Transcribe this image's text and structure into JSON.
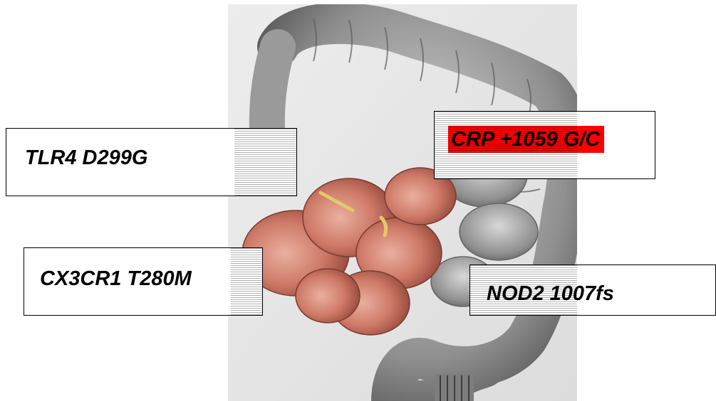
{
  "figure": {
    "illustration_subject": "intestine-illustration",
    "labels": [
      {
        "id": "tlr4",
        "text": "TLR4 D299G"
      },
      {
        "id": "crp",
        "text": "CRP +1059 G/C",
        "highlight_color": "#ff0000"
      },
      {
        "id": "cx3cr1",
        "text": "CX3CR1 T280M"
      },
      {
        "id": "nod2",
        "text": "NOD2 1007fs"
      }
    ]
  }
}
